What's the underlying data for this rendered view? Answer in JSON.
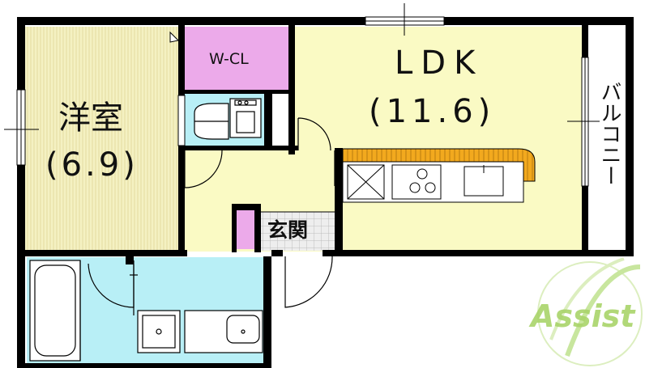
{
  "rooms": {
    "western_room": {
      "name": "洋室",
      "size": "(6.9)"
    },
    "walk_in_closet": {
      "name": "W-CL"
    },
    "ldk": {
      "name": "LDK",
      "size": "(11.6)"
    },
    "entrance": {
      "name": "玄関"
    },
    "balcony": {
      "name": "バルコニー"
    }
  },
  "logo": {
    "text": "Assist"
  },
  "colors": {
    "western_room": "#f4f1c2",
    "ldk": "#fafac4",
    "hall": "#fafac4",
    "wet_area": "#b8eff6",
    "closet": "#ecaaea",
    "entrance_tile": "#e6e6e6",
    "counter": "#f2a91e",
    "wall": "#000000",
    "logo": "#a9d46a"
  }
}
